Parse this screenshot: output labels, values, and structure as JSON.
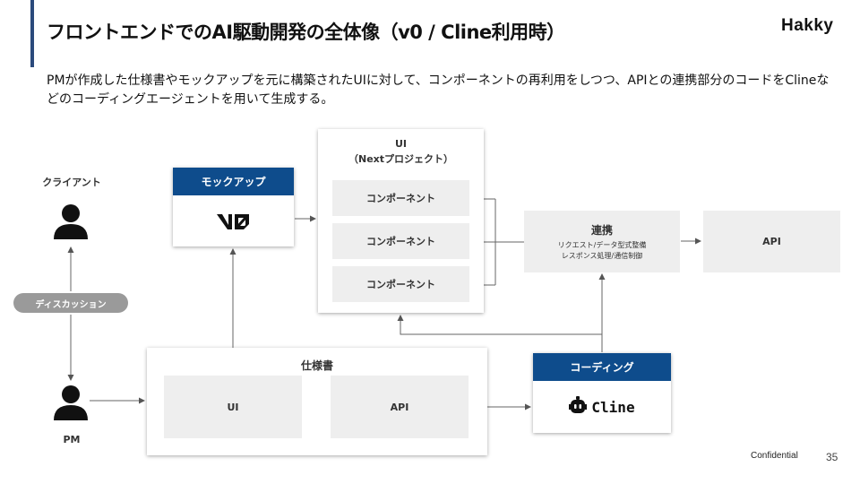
{
  "header": {
    "title": "フロントエンドでのAI駆動開発の全体像（v0 / Cline利用時）",
    "logo": "Hakky"
  },
  "description": "PMが作成した仕様書やモックアップを元に構築されたUIに対して、コンポーネントの再利用をしつつ、APIとの連携部分のコードをClineなどのコーディングエージェントを用いて生成する。",
  "diagram": {
    "client_label": "クライアント",
    "discussion_label": "ディスカッション",
    "pm_label": "PM",
    "mockup": {
      "header": "モックアップ",
      "logo": "V0"
    },
    "ui_box": {
      "title": "UI",
      "subtitle": "（Nextプロジェクト）",
      "components": [
        "コンポーネント",
        "コンポーネント",
        "コンポーネント"
      ]
    },
    "integration": {
      "title": "連携",
      "line1": "リクエスト/データ型式整備",
      "line2": "レスポンス処理/通信制御"
    },
    "api_box": "API",
    "spec": {
      "title": "仕様書",
      "ui": "UI",
      "api": "API"
    },
    "coding": {
      "header": "コーディング",
      "logo_text": "Cline"
    }
  },
  "footer": {
    "confidential": "Confidential",
    "page": "35"
  },
  "colors": {
    "accent": "#2b4a7c",
    "header_blue": "#0e4c8c",
    "gray_box": "#eeeeee",
    "pill": "#9a9a9a"
  },
  "icons": [
    "person-icon",
    "v0-logo-icon",
    "cline-robot-icon"
  ]
}
